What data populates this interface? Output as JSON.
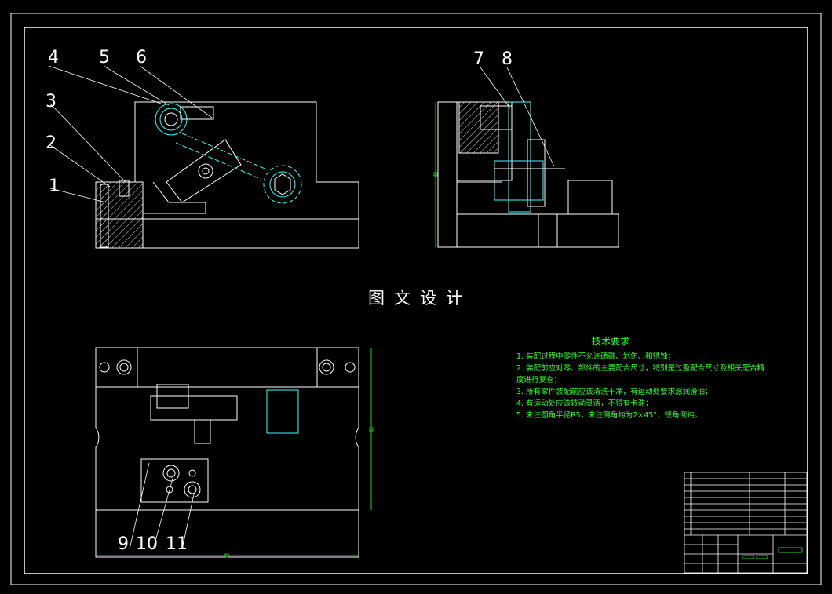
{
  "title": "图文设计",
  "part_numbers": [
    "1",
    "2",
    "3",
    "4",
    "5",
    "6",
    "7",
    "8",
    "9",
    "10",
    "11"
  ],
  "tech_requirements": {
    "heading": "技术要求",
    "items": [
      "1. 装配过程中零件不允许磕碰、划伤、和锈蚀；",
      "2. 装配前应对零、部件的主要配合尺寸，特别是过盈配合尺寸及相关配合精",
      "度进行复查；",
      "3. 所有零件装配前应该清洗干净，有运动处要求涂润滑油；",
      "4. 有运动处应该转动灵活，不得有卡滞；",
      "5. 未注圆角半径R5，未注倒角均为2×45°，锐角倒钝。"
    ]
  },
  "colors": {
    "background": "#000000",
    "lines": "#ffffff",
    "dimension": "#33ff33",
    "hidden": "#33ffff",
    "frame": "#ffffff"
  }
}
